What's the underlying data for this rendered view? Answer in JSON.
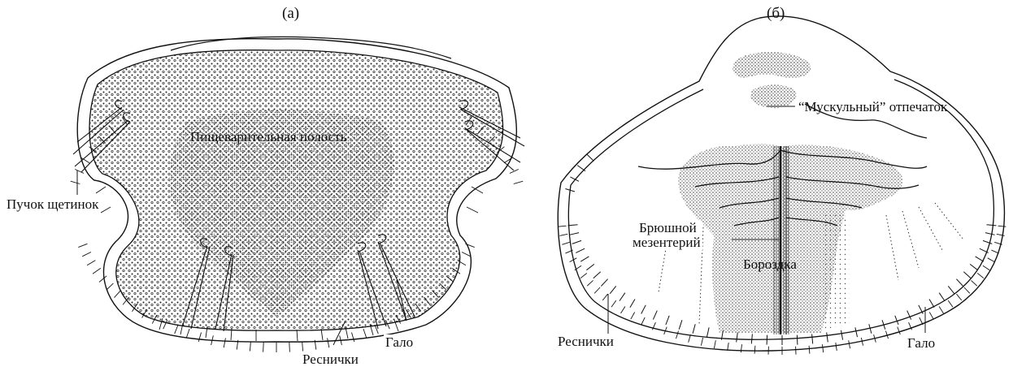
{
  "figure": {
    "panel_a": {
      "letter": "(а)",
      "labels": {
        "cavity": "Пищеварительная полость",
        "bristles": "Пучок щетинок",
        "halo": "Гало",
        "cilia": "Реснички"
      }
    },
    "panel_b": {
      "letter": "(б)",
      "labels": {
        "muscle_imprint": "“Мускульный” отпечаток",
        "ventral_mesentery_line1": "Брюшной",
        "ventral_mesentery_line2": "мезентерий",
        "groove": "Бороздка",
        "cilia": "Реснички",
        "halo": "Гало"
      }
    }
  }
}
